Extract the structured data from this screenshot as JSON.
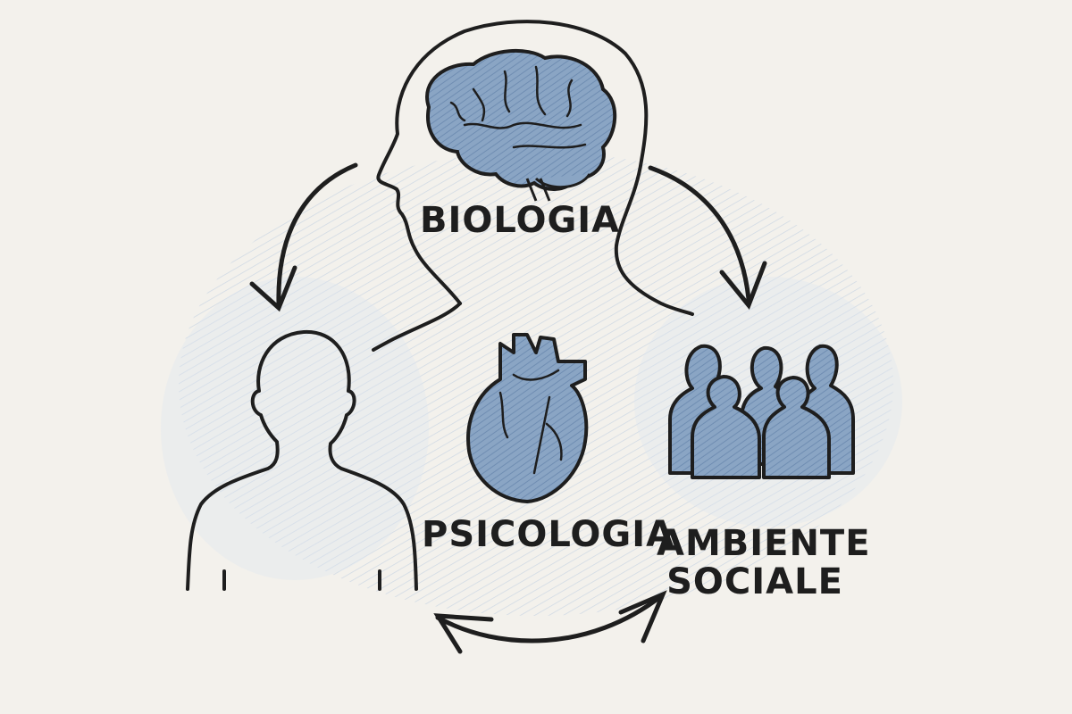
{
  "diagram": {
    "type": "biopsychosocial-cycle",
    "nodes": [
      {
        "id": "biologia",
        "label": "BIOLOGIA",
        "icon": "brain-in-head-icon"
      },
      {
        "id": "psicologia",
        "label": "PSICOLOGIA",
        "icon": "heart-and-person-icon"
      },
      {
        "id": "ambiente_sociale",
        "label": "AMBIENTE\nSOCIALE",
        "label_lines": [
          "AMBIENTE",
          "SOCIALE"
        ],
        "icon": "group-of-people-icon"
      }
    ],
    "arrows": [
      {
        "from": "biologia",
        "to": "psicologia",
        "direction": "one-way"
      },
      {
        "from": "biologia",
        "to": "ambiente_sociale",
        "direction": "one-way"
      },
      {
        "from": "psicologia",
        "to": "ambiente_sociale",
        "direction": "two-way"
      }
    ],
    "colors": {
      "background": "#f3f1ec",
      "ink": "#1e1e1e",
      "fill_blue": "#7f9bbd",
      "wash_blue": "#c9d7e6"
    }
  }
}
